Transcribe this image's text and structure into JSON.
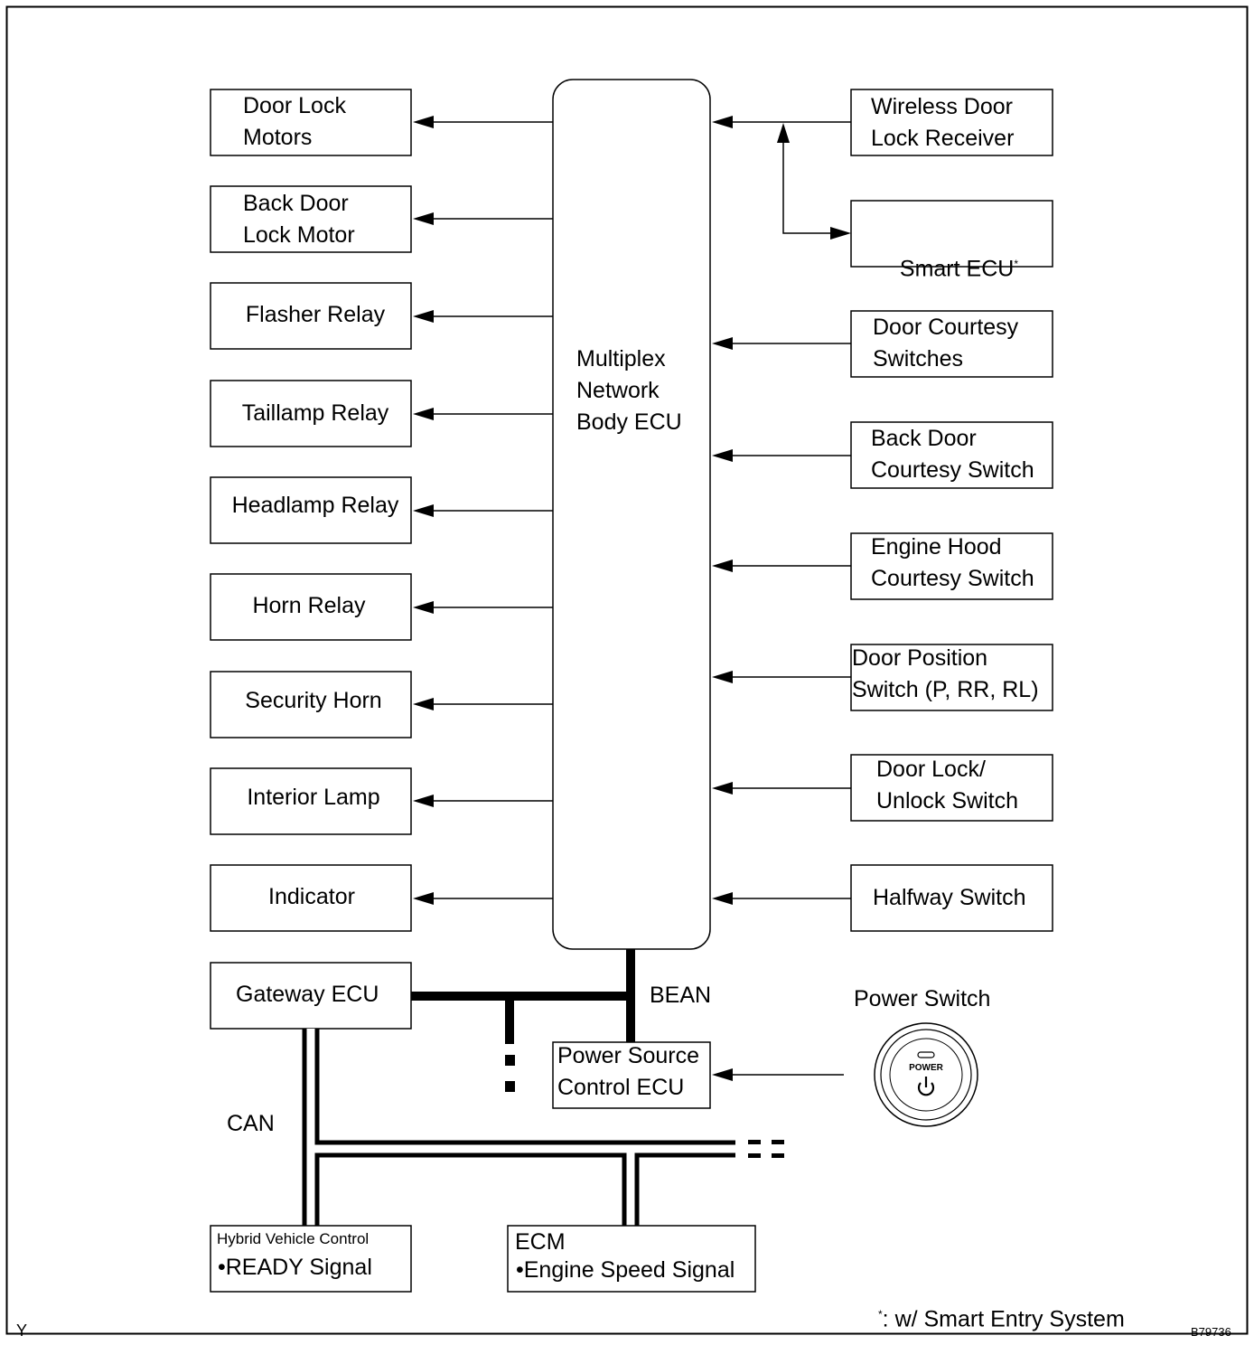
{
  "ecu": {
    "label": "Multiplex\nNetwork\nBody ECU"
  },
  "outputs": [
    "Door Lock\nMotors",
    "Back Door\nLock Motor",
    "Flasher Relay",
    "Taillamp Relay",
    "Headlamp Relay",
    "Horn Relay",
    "Security Horn",
    "Interior Lamp",
    "Indicator"
  ],
  "inputs": [
    "Wireless Door\nLock Receiver",
    "Smart ECU",
    "Door Courtesy\nSwitches",
    "Back Door\nCourtesy Switch",
    "Engine Hood\nCourtesy Switch",
    "Door Position\nSwitch (P, RR, RL)",
    "Door Lock/\nUnlock Switch",
    "Halfway Switch"
  ],
  "smart_ecu_mark": "*",
  "gateway": "Gateway ECU",
  "bus": {
    "bean": "BEAN",
    "can": "CAN"
  },
  "power_source": "Power Source\nControl ECU",
  "power_switch": {
    "caption": "Power Switch",
    "button_text": "POWER"
  },
  "hybrid": {
    "title": "Hybrid Vehicle Control",
    "signal": "•READY Signal"
  },
  "ecm": {
    "title": "ECM",
    "signal": "•Engine Speed Signal"
  },
  "footnote": {
    "mark": "*",
    "text": ": w/ Smart Entry System"
  },
  "corner_left": "Y",
  "figure_code": "B79736"
}
